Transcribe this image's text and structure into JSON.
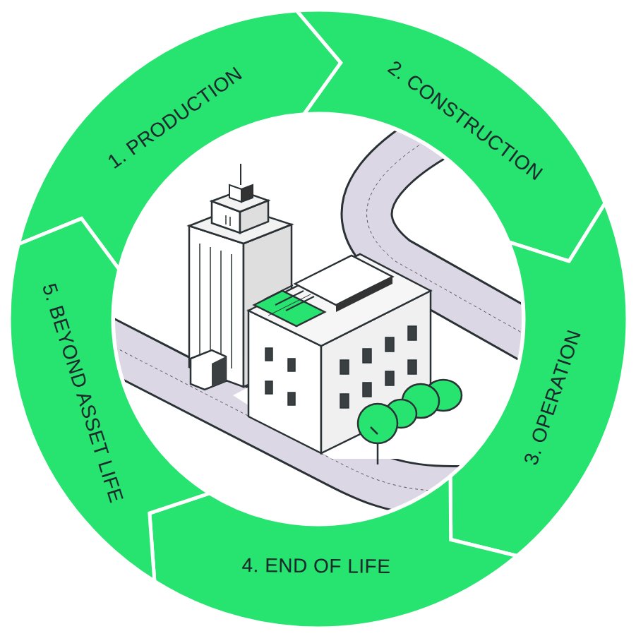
{
  "diagram": {
    "nodes": [
      {
        "text": [
          "1. PRODUCTION"
        ]
      },
      {
        "text": [
          "2. CONSTRUCTION"
        ]
      },
      {
        "text": [
          "3. OPERATION"
        ]
      },
      {
        "text": [
          "4. END OF LIFE"
        ]
      },
      {
        "text": [
          "5. BEYOND ASSET LIFE"
        ]
      }
    ]
  }
}
